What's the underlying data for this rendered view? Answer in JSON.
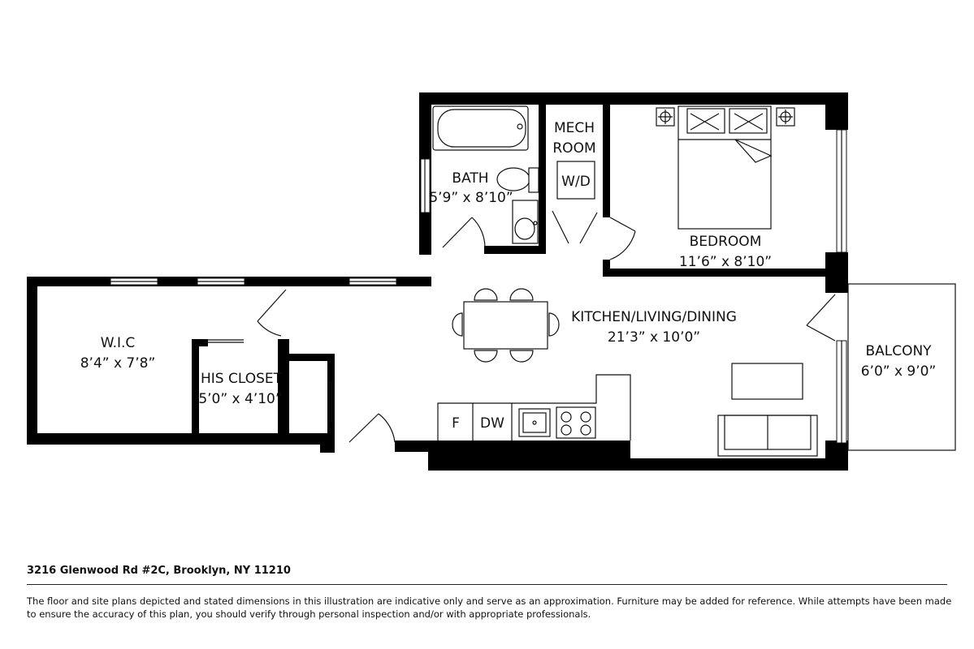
{
  "rooms": {
    "bath": {
      "name": "BATH",
      "dims": "5’9” x 8’10”"
    },
    "mech": {
      "name_line1": "MECH",
      "name_line2": "ROOM",
      "appliance": "W/D"
    },
    "bedroom": {
      "name": "BEDROOM",
      "dims": "11’6” x 8’10”"
    },
    "kitchen": {
      "name": "KITCHEN/LIVING/DINING",
      "dims": "21’3” x 10’0”"
    },
    "balcony": {
      "name": "BALCONY",
      "dims": "6’0” x 9’0”"
    },
    "wic": {
      "name": "W.I.C",
      "dims": "8’4” x 7’8”"
    },
    "his_closet": {
      "name": "HIS CLOSET",
      "dims": "5’0” x 4’10”"
    }
  },
  "appliances": {
    "fridge": "F",
    "dishwasher": "DW"
  },
  "footer": {
    "address": "3216 Glenwood Rd #2C, Brooklyn, NY 11210",
    "disclaimer": "The floor and site plans depicted and stated dimensions in this illustration are indicative only and serve as an approximation. Furniture may be added for reference. While attempts have been made to ensure the accuracy of this plan, you should verify through personal inspection and/or with appropriate professionals."
  },
  "colors": {
    "wall": "#000000",
    "line": "#111111",
    "background": "#ffffff"
  }
}
